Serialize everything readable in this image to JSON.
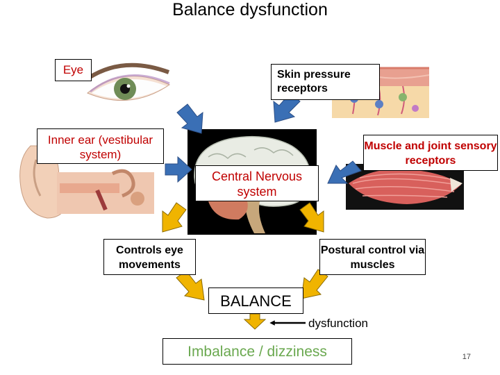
{
  "title": "Balance dysfunction",
  "labels": {
    "eye": "Eye",
    "skin": "Skin pressure receptors",
    "inner_ear": "Inner ear (vestibular system)",
    "muscle": "Muscle and joint sensory receptors",
    "cns": "Central Nervous system",
    "eye_movements": "Controls eye movements",
    "postural": "Postural control via muscles",
    "balance": "BALANCE",
    "dysfunction": "dysfunction",
    "outcome": "Imbalance / dizziness"
  },
  "slide_number": "17",
  "colors": {
    "eye_label": "#c00000",
    "muscle_label": "#c00000",
    "outcome_label": "#6aa84f",
    "blue_arrow": "#3a6fb5",
    "yellow_arrow": "#f0b400"
  }
}
